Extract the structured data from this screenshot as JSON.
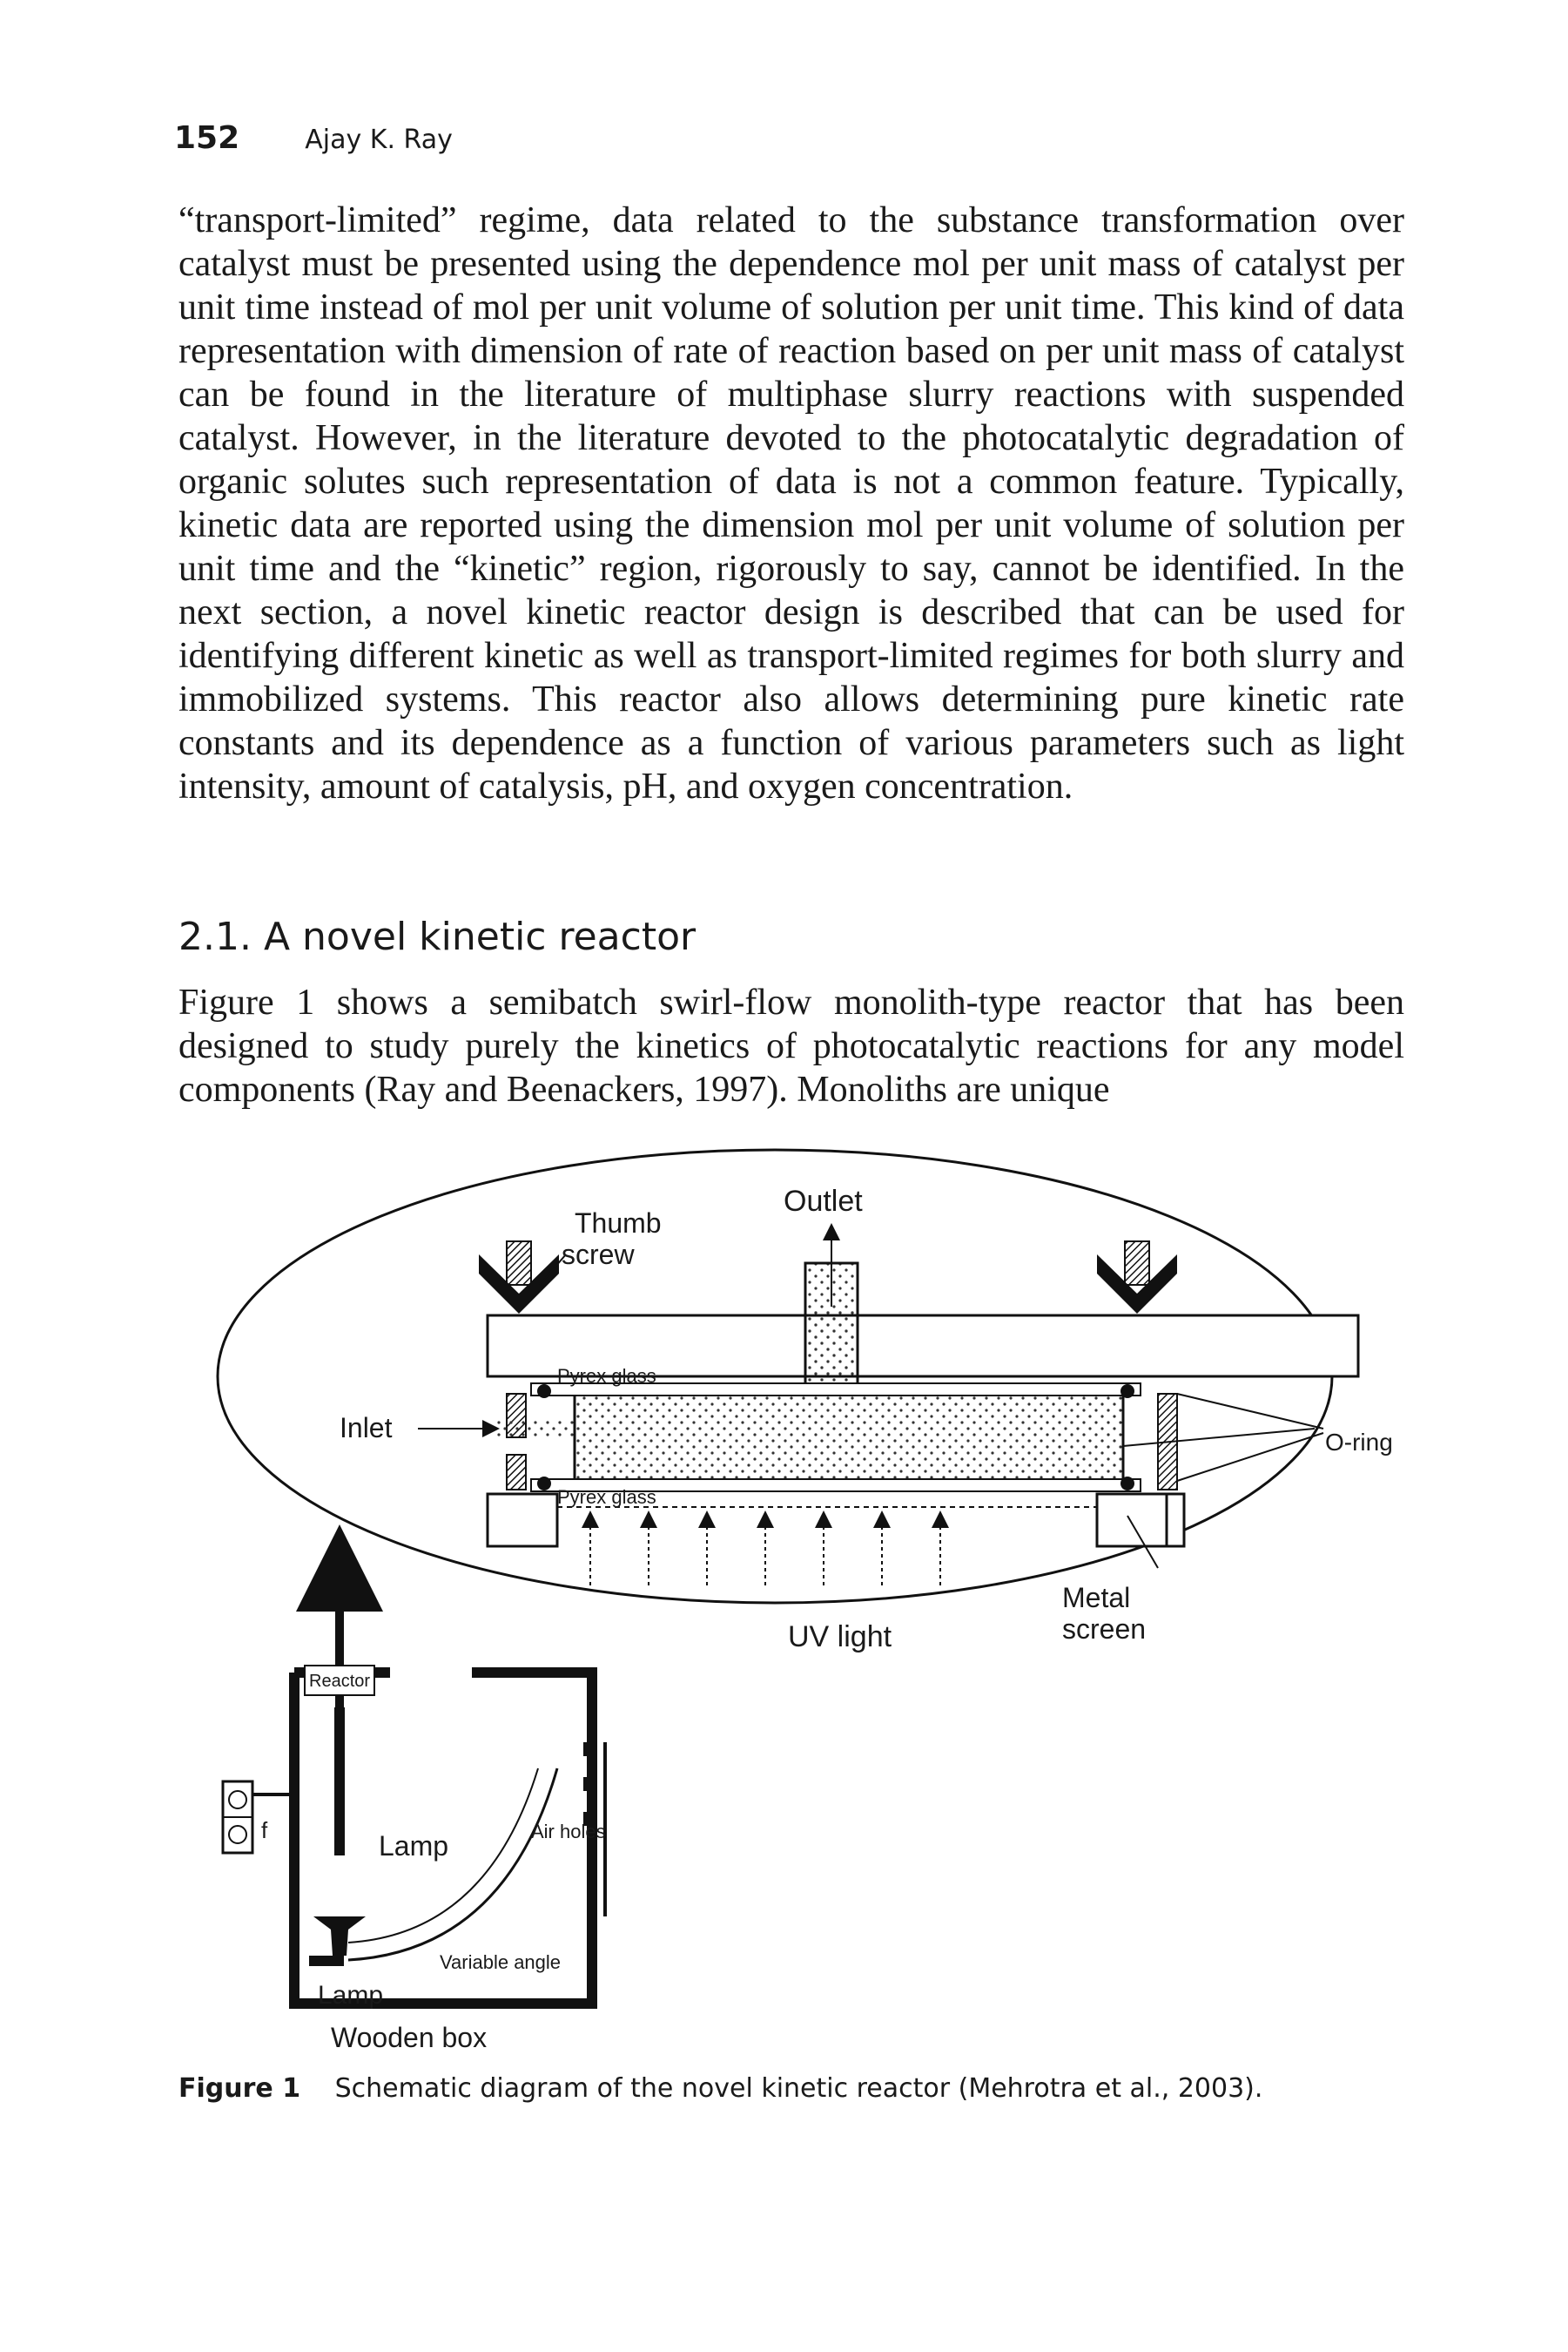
{
  "header": {
    "page_number": "152",
    "running_head": "Ajay K. Ray"
  },
  "paragraphs": [
    "“transport-limited” regime, data related to the substance transformation over catalyst must be presented using the dependence mol per unit mass of catalyst per unit time instead of mol per unit volume of solution per unit time. This kind of data representation with dimension of rate of reaction based on per unit mass of catalyst can be found in the literature of multiphase slurry reactions with suspended catalyst. However, in the literature devoted to the photocatalytic degradation of organic solutes such representation of data is not a common feature. Typically, kinetic data are reported using the dimension mol per unit volume of solution per unit time and the “kinetic” region, rigorously to say, cannot be identified. In the next section, a novel kinetic reactor design is described that can be used for identifying different kinetic as well as transport-limited regimes for both slurry and immobilized systems. This reactor also allows determining pure kinetic rate constants and its dependence as a function of various parameters such as light intensity, amount of catalysis, pH, and oxygen concentration.",
    "Figure 1 shows a semibatch swirl-flow monolith-type reactor that has been designed to study purely the kinetics of photocatalytic reactions for any model components (Ray and Beenackers, 1997). Monoliths are unique"
  ],
  "section": {
    "heading": "2.1. A novel kinetic reactor"
  },
  "figure": {
    "labels": {
      "thumb_screw": "Thumb\nscrew",
      "outlet": "Outlet",
      "pyrex_glass_top": "Pyrex glass",
      "pyrex_glass_bottom": "Pyrex glass",
      "inlet": "Inlet",
      "o_ring": "O-ring",
      "metal_screen": "Metal\nscreen",
      "uv_light": "UV light",
      "reactor": "Reactor",
      "lamp_upper": "Lamp",
      "lamp_lower": "Lamp",
      "fan": "f",
      "air_holes": "Air holes",
      "variable_angle": "Variable angle",
      "wooden_box": "Wooden box"
    },
    "caption_label": "Figure 1",
    "caption_text": "Schematic diagram of the novel kinetic reactor (Mehrotra et al., 2003)."
  }
}
